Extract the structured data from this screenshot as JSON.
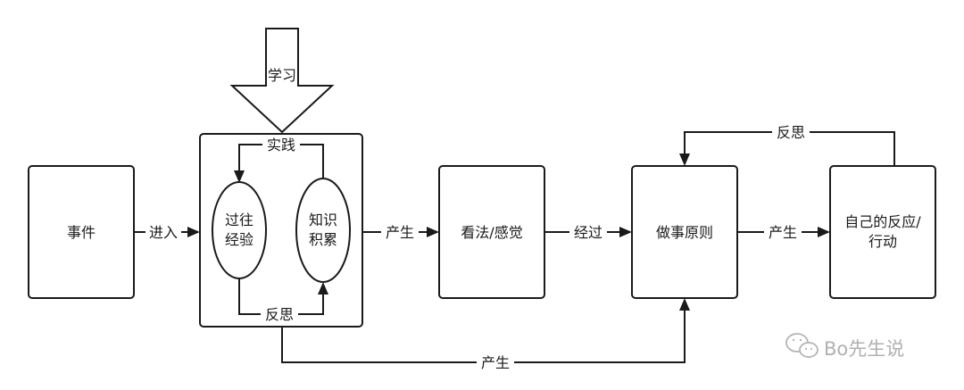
{
  "nodes": {
    "event": "事件",
    "past_experience_line1": "过往",
    "past_experience_line2": "经验",
    "knowledge_line1": "知识",
    "knowledge_line2": "积累",
    "perception": "看法/感觉",
    "principles": "做事原则",
    "reaction_line1": "自己的反应/",
    "reaction_line2": "行动"
  },
  "edges": {
    "learn": "学习",
    "enter": "进入",
    "practice": "实践",
    "reflect_inner": "反思",
    "produce_1": "产生",
    "through": "经过",
    "produce_2": "产生",
    "reflect_top": "反思",
    "produce_bottom": "产生"
  },
  "watermark": {
    "text": "Bo先生说",
    "icon": "wechat-icon"
  }
}
